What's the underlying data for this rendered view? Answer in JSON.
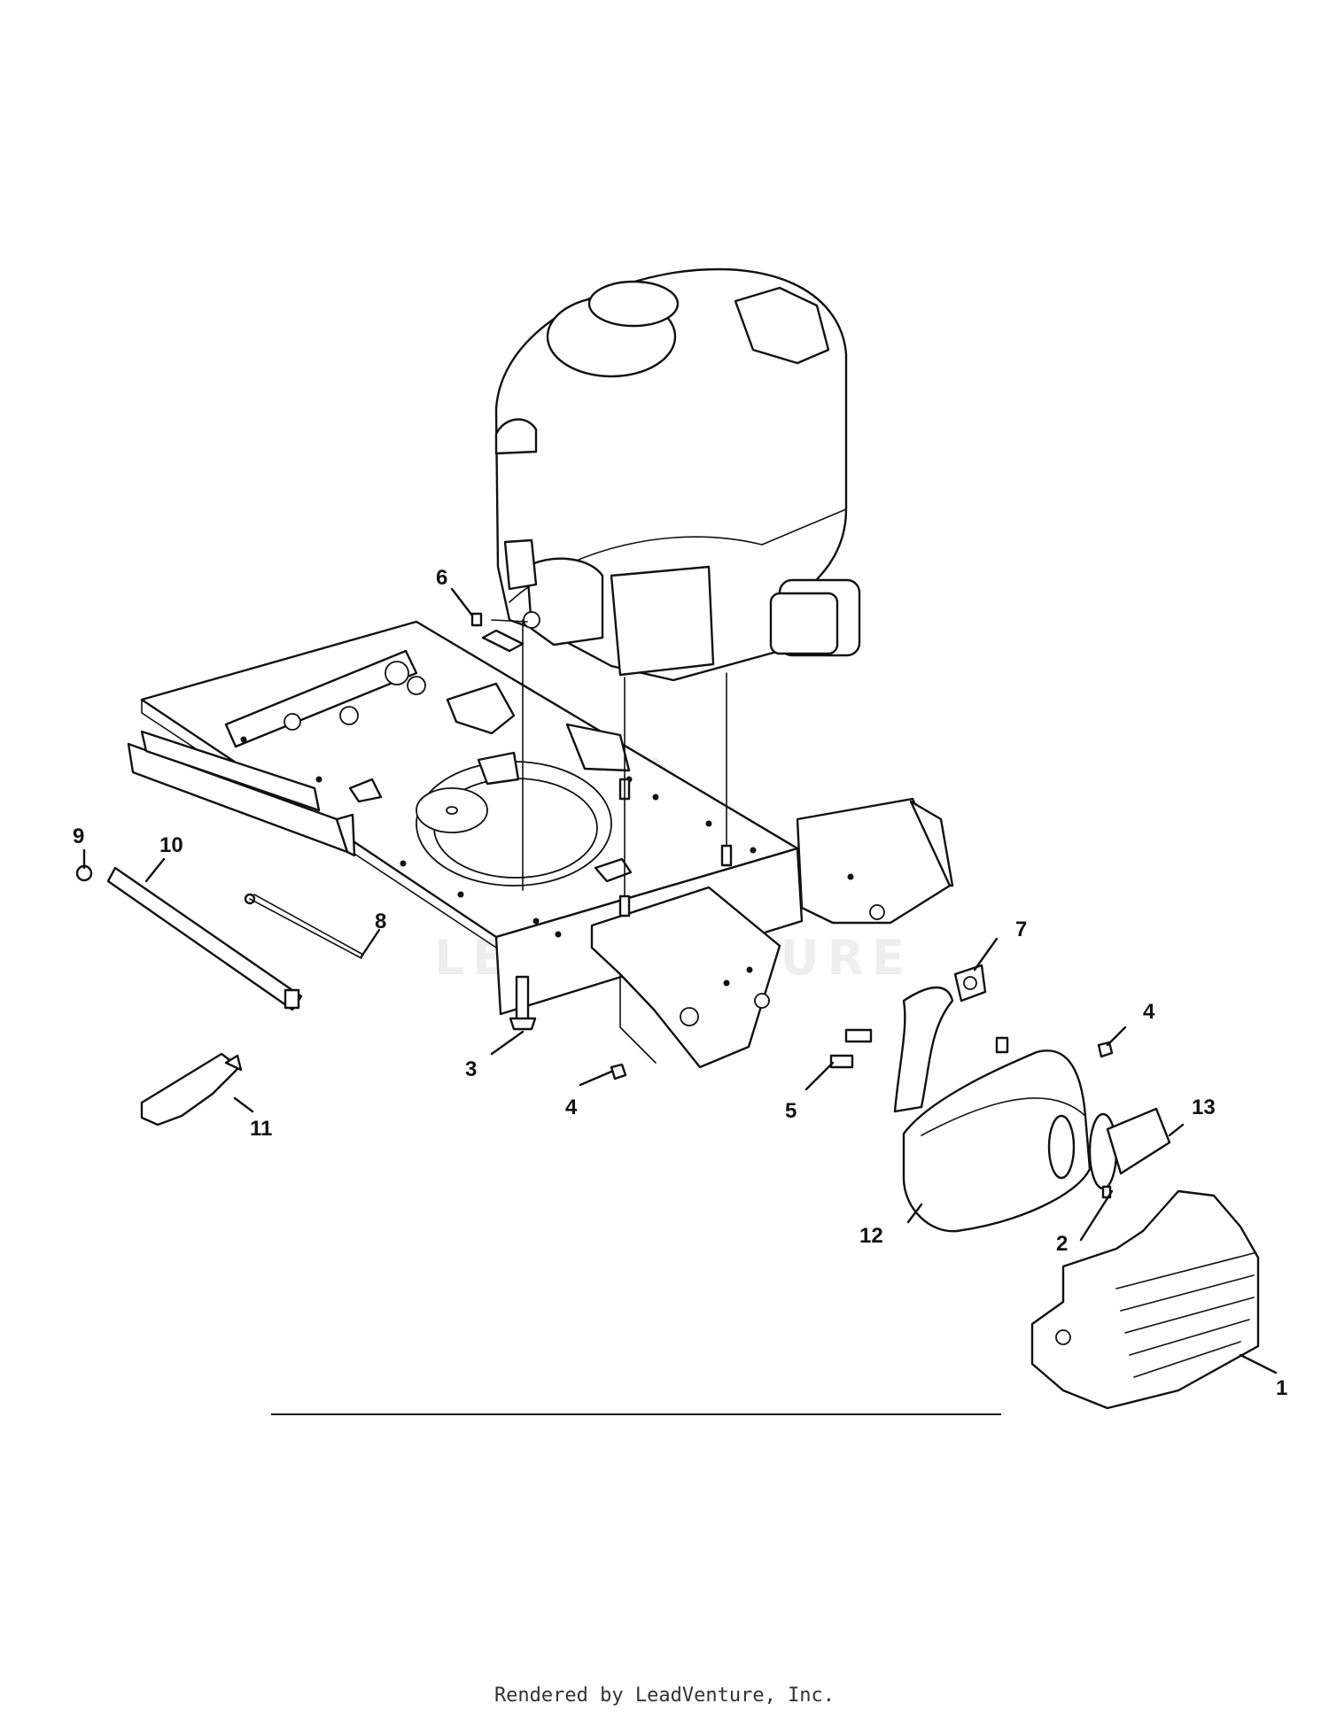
{
  "diagram": {
    "callouts": [
      "1",
      "2",
      "3",
      "4",
      "4",
      "5",
      "6",
      "7",
      "8",
      "9",
      "10",
      "11",
      "12",
      "13"
    ],
    "watermark": "LEADVENTURE",
    "footer_text": "Rendered by LeadVenture, Inc."
  }
}
